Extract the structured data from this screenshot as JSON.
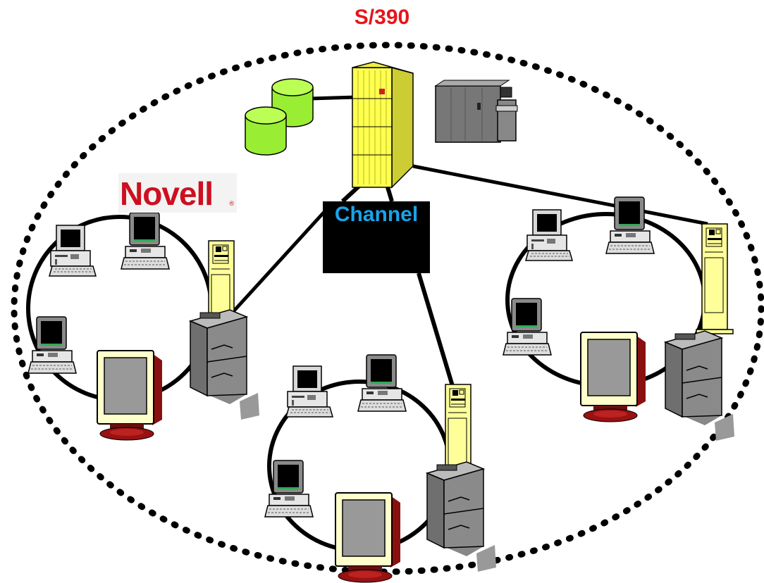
{
  "title": "S/390",
  "channel_label": "Channel",
  "logo_text": "Novell",
  "logo_mark": "®",
  "colors": {
    "title": "#e8141a",
    "channel_text": "#1aa3e8",
    "logo": "#cc1020",
    "mainframe": "#ffff50",
    "disk": "#99ee33",
    "gateway": "#ffff99",
    "monitor_frame": "#ffffcc",
    "monitor_base": "#991111",
    "printer": "#555555",
    "pc_case": "#e6e6e6"
  },
  "icons": [
    "mainframe-icon",
    "disk-storage-icon",
    "tape-unit-icon",
    "gateway-icon",
    "pc-icon",
    "terminal-icon",
    "monitor-icon",
    "printer-icon",
    "logo"
  ]
}
